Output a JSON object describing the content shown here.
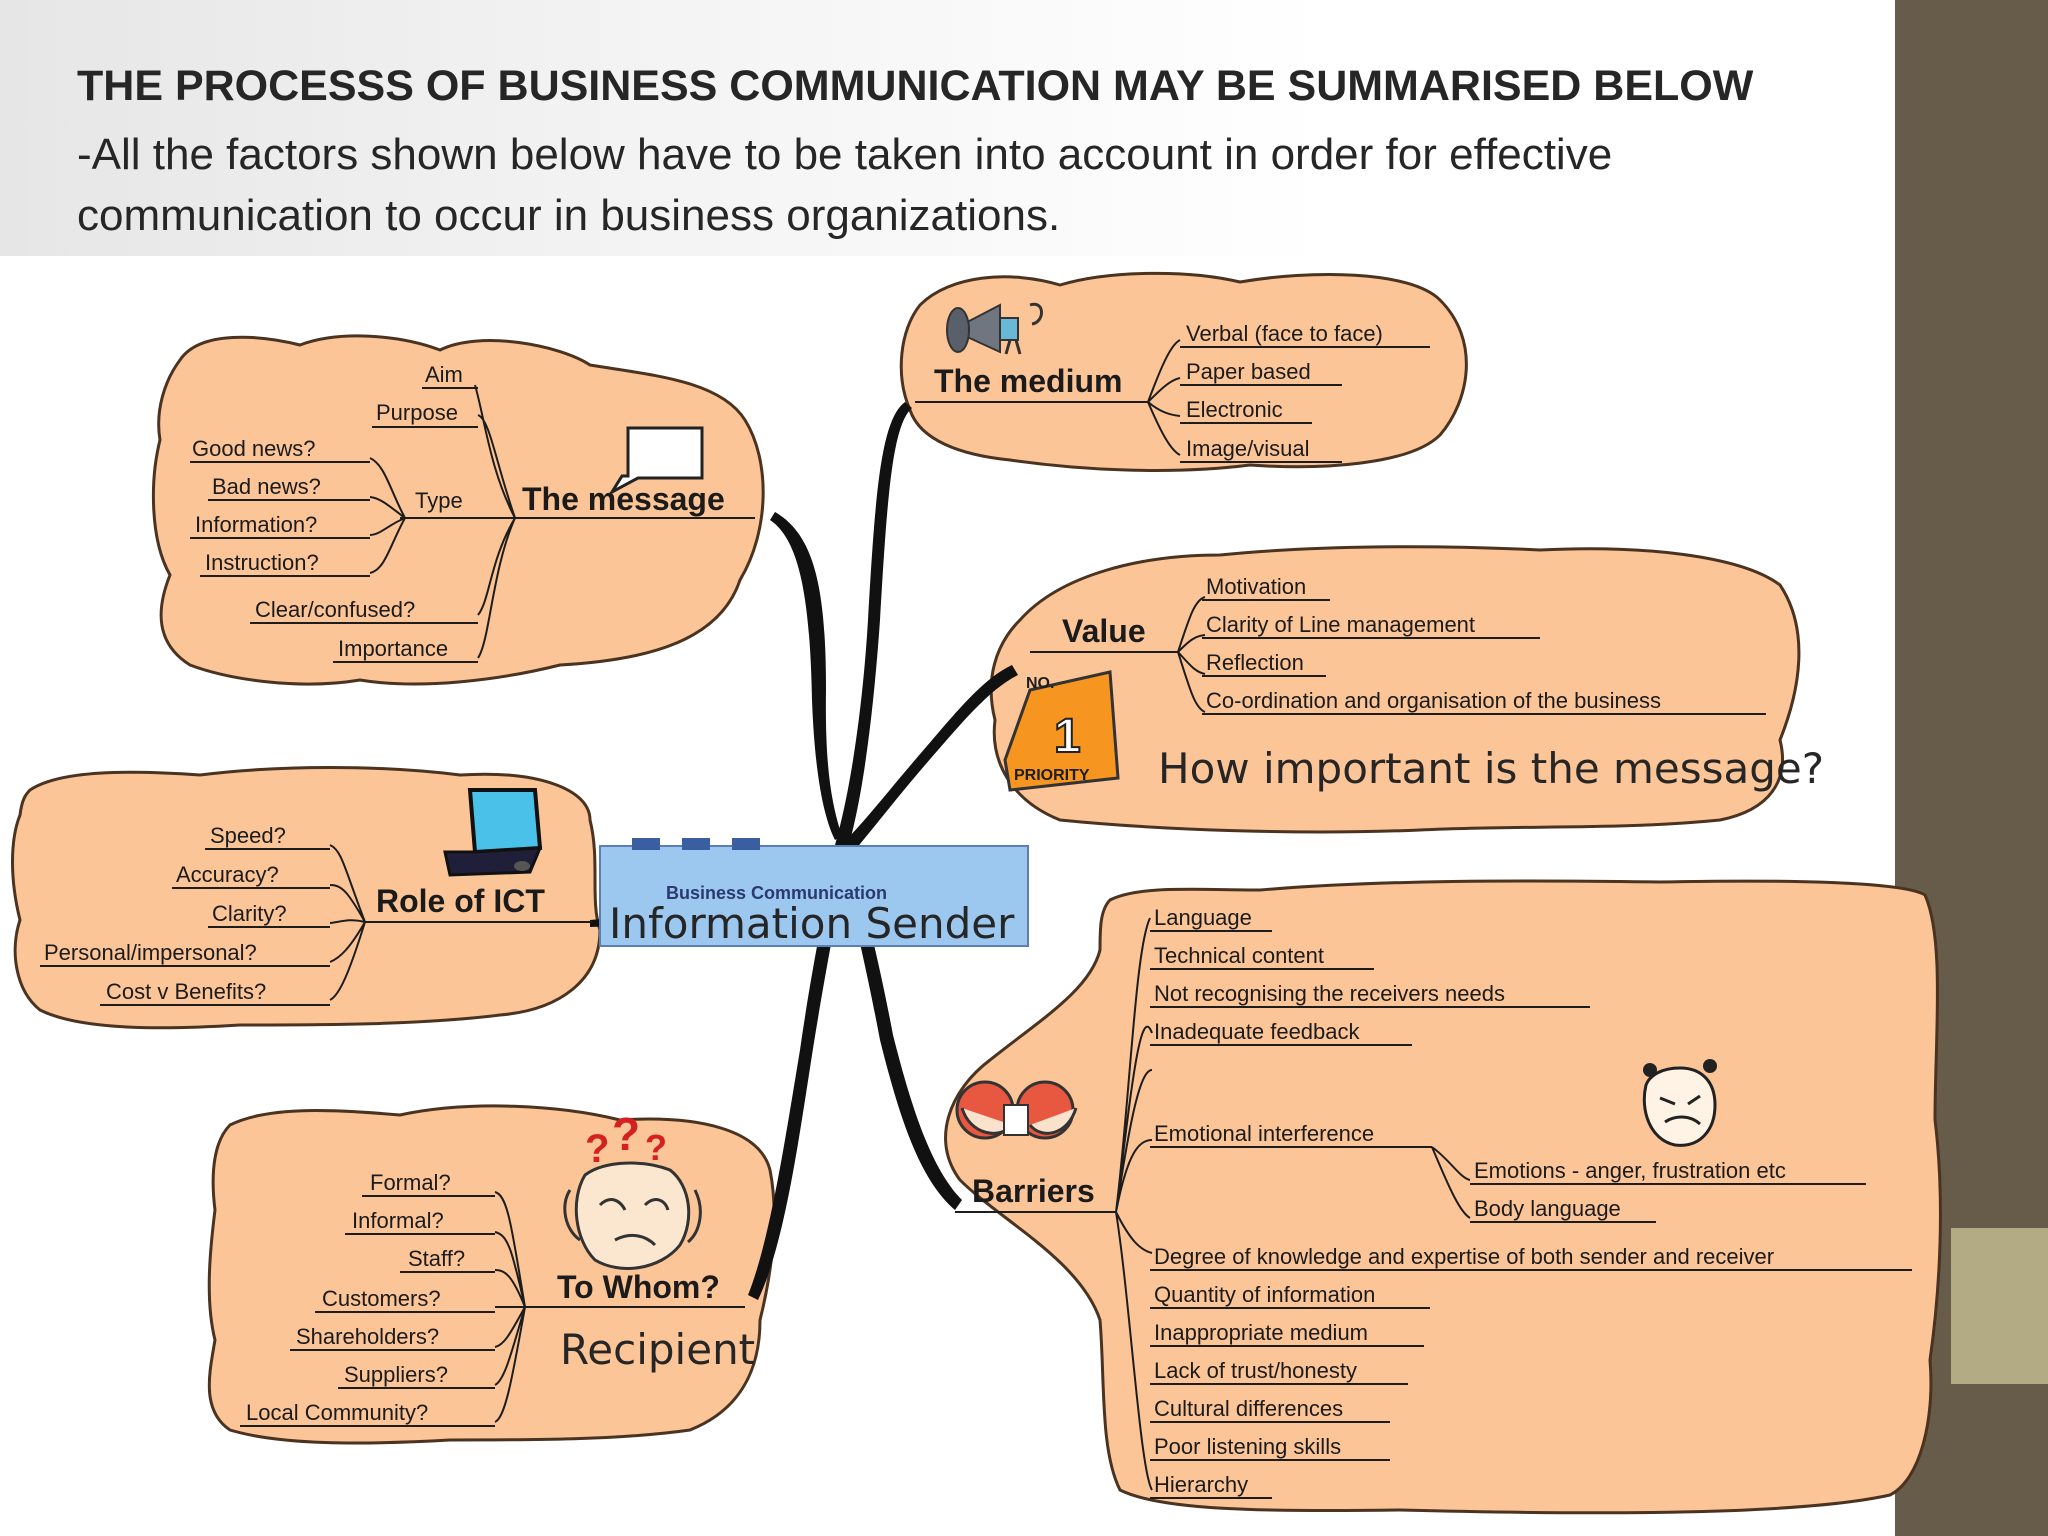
{
  "slide": {
    "title": "THE PROCESSS OF BUSINESS COMMUNICATION MAY BE SUMMARISED BELOW",
    "subtitle": " -All the factors shown below have to be taken into account in order for effective communication to occur in business organizations."
  },
  "center": {
    "label": "Business Communication",
    "overlay": "Information Sender"
  },
  "nodes": {
    "message": {
      "label": "The message",
      "aim": "Aim",
      "purpose": "Purpose",
      "type": "Type",
      "type_items": [
        "Good news?",
        "Bad news?",
        "Information?",
        "Instruction?"
      ],
      "clear": "Clear/confused?",
      "importance": "Importance"
    },
    "medium": {
      "label": "The medium",
      "items": [
        "Verbal (face to face)",
        "Paper based",
        "Electronic",
        "Image/visual"
      ]
    },
    "value": {
      "label": "Value",
      "items": [
        "Motivation",
        "Clarity of Line management",
        "Reflection",
        "Co-ordination and organisation of the business"
      ],
      "icon_text_top": "NO.",
      "icon_text_num": "1",
      "icon_text_bottom": "PRIORITY",
      "overlay": "How important is the message?"
    },
    "ict": {
      "label": "Role of ICT",
      "items": [
        "Speed?",
        "Accuracy?",
        "Clarity?",
        "Personal/impersonal?",
        "Cost v Benefits?"
      ]
    },
    "whom": {
      "label": "To Whom?",
      "items": [
        "Formal?",
        "Informal?",
        "Staff?",
        "Customers?",
        "Shareholders?",
        "Suppliers?",
        "Local Community?"
      ],
      "overlay": "Recipient"
    },
    "barriers": {
      "label": "Barriers",
      "items_top": [
        "Language",
        "Technical content",
        "Not recognising the receivers needs",
        "Inadequate feedback"
      ],
      "emotional": "Emotional interference",
      "emotional_items": [
        "Emotions - anger, frustration etc",
        "Body language"
      ],
      "items_bottom": [
        "Degree of knowledge and expertise of both sender and receiver",
        "Quantity of information",
        "Inappropriate medium",
        "Lack of trust/honesty",
        "Cultural differences",
        "Poor listening skills",
        "Hierarchy"
      ]
    }
  },
  "colors": {
    "cloud": "#fcc597",
    "right_band": "#675c49",
    "right_accent": "#b3ab83",
    "center_box": "#9cc8ef"
  }
}
